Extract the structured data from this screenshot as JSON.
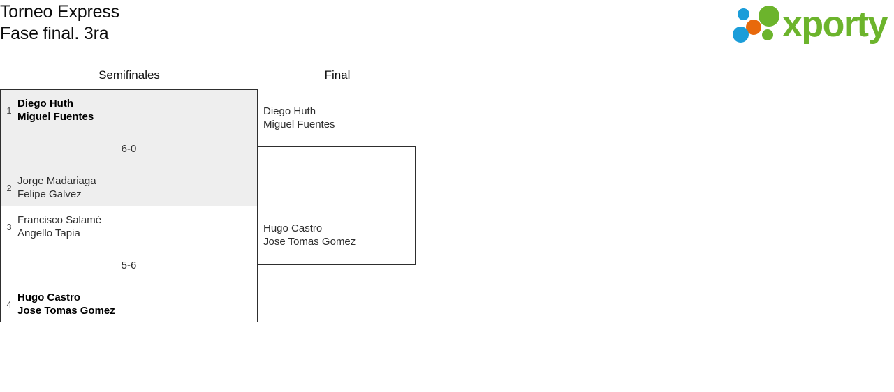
{
  "header": {
    "title": "Torneo Express",
    "subtitle": "Fase final. 3ra"
  },
  "logo": {
    "wordmark": "xporty",
    "wordmark_color": "#6cb42c",
    "dots": [
      {
        "name": "logo-dot-blue-top",
        "color": "#1b9dd9"
      },
      {
        "name": "logo-dot-orange",
        "color": "#e8690b"
      },
      {
        "name": "logo-dot-blue-bottom",
        "color": "#1b9dd9"
      },
      {
        "name": "logo-dot-green-large",
        "color": "#6cb42c"
      },
      {
        "name": "logo-dot-green-small",
        "color": "#6cb42c"
      }
    ]
  },
  "rounds": {
    "semifinals_label": "Semifinales",
    "final_label": "Final"
  },
  "bracket": {
    "semifinals": [
      {
        "score": "6-0",
        "highlighted": true,
        "teams": [
          {
            "seed": "1",
            "player1": "Diego Huth",
            "player2": "Miguel Fuentes",
            "winner": true
          },
          {
            "seed": "2",
            "player1": "Jorge Madariaga",
            "player2": "Felipe Galvez",
            "winner": false
          }
        ]
      },
      {
        "score": "5-6",
        "highlighted": false,
        "teams": [
          {
            "seed": "3",
            "player1": "Francisco Salamé",
            "player2": "Angello Tapia",
            "winner": false
          },
          {
            "seed": "4",
            "player1": "Hugo Castro",
            "player2": "Jose Tomas Gomez",
            "winner": true
          }
        ]
      }
    ],
    "final": {
      "teams": [
        {
          "player1": "Diego Huth",
          "player2": "Miguel Fuentes"
        },
        {
          "player1": "Hugo Castro",
          "player2": "Jose Tomas Gomez"
        }
      ]
    }
  },
  "colors": {
    "highlight_background": "#eeeeee",
    "border": "#2e2e2e",
    "text_primary": "#0d0d0d",
    "text_secondary": "#2f2f2f",
    "seed": "#4a4a4a"
  }
}
